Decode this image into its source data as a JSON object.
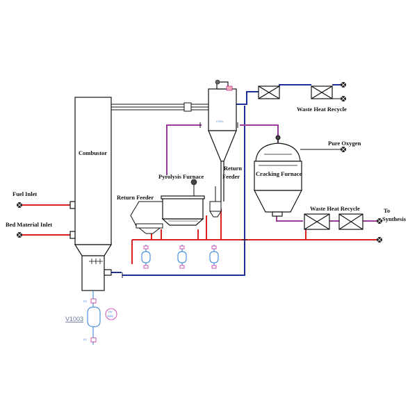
{
  "colors": {
    "background": "#ffffff",
    "equipment_outline": "#111111",
    "flue_line": "#1f2f9a",
    "steam_line": "#d82020",
    "gas_line": "#9a3a9a",
    "instrument": "#2a7fd6",
    "valve_tag": "#c02aa0"
  },
  "labels": {
    "combustor": "Combustor",
    "fuel_inlet": "Fuel Inlet",
    "bed_material_inlet": "Bed Material Inlet",
    "return_feeder_left": "Return Feeder",
    "pyrolysis_furnace": "Pyrolysis Furnace",
    "return_feeder_right_line1": "Return",
    "return_feeder_right_line2": "Feeder",
    "cracking_furnace": "Cracking Furnace",
    "pure_oxygen": "Pure Oxygen",
    "waste_heat_recycle_top": "Waste Heat Recycle",
    "waste_heat_recycle_bottom": "Waste Heat Recycle",
    "to_synthesis_line1": "To",
    "to_synthesis_line2": "Synthesis",
    "vessel_tag": "V1003",
    "hv_tag_line1": "HV",
    "hv_tag_line2": "1002",
    "fc_tag": "FC",
    "cyclone_tag": "CYCL"
  },
  "icons": [
    "valve-icon",
    "pump-icon",
    "heat-exchanger-icon",
    "flow-arrow-icon"
  ]
}
